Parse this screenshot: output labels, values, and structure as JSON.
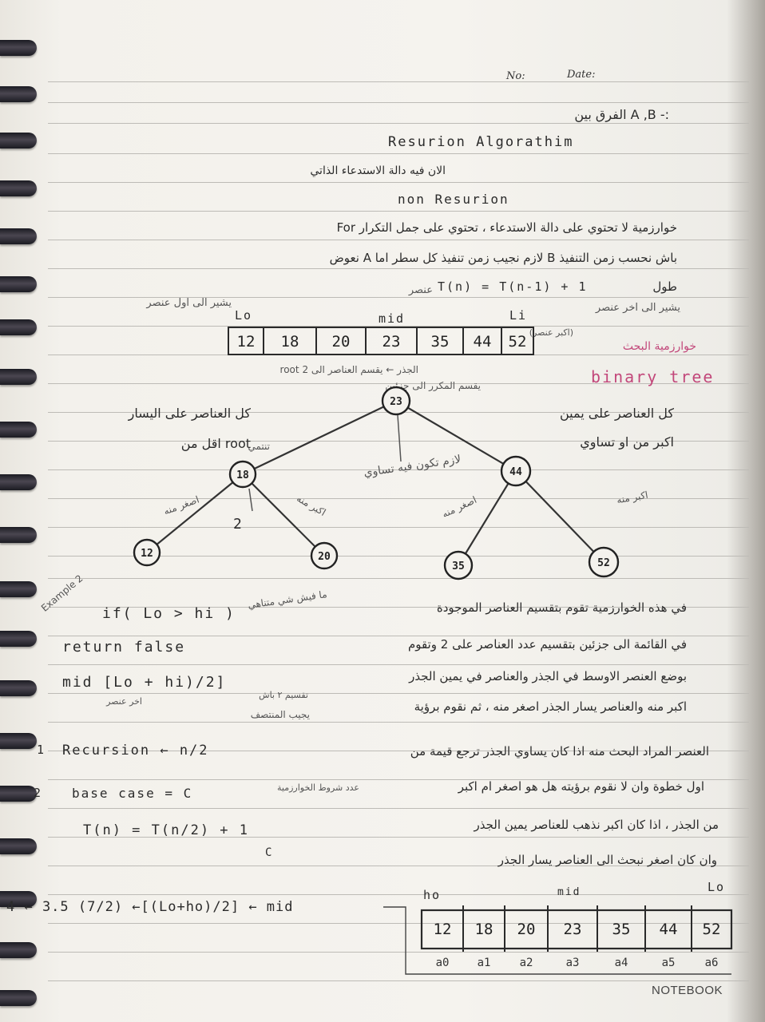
{
  "header": {
    "no_label": "No:",
    "date_label": "Date:"
  },
  "brand": "NOTEBOOK",
  "lines": {
    "differences": ":- A ,B الفرق بين",
    "recursion_title": "Resurion Algorathim",
    "recursion_desc": "الان فيه دالة الاستدعاء الذاتي",
    "non_recursion": "non Resurion",
    "ar_line1": "خوارزمية لا تحتوي على دالة الاستدعاء ، تحتوي على جمل التكرار For",
    "ar_line2": "باش نحسب زمن التنفيذ B لازم نجيب زمن تنفيذ كل سطر اما A نعوض",
    "ar_line3_prefix": "طول",
    "recurrence1": "T(n) = T(n-1) + 1",
    "ar_line3_suffix": "عنصر"
  },
  "array_top": {
    "left_note": "يشير الى اول عنصر",
    "lo": "Lo",
    "mid": "mid",
    "hi": "Li",
    "right_note": "يشير الى اخر عنصر",
    "right_note2": "(اكبر عنصر)",
    "cells": [
      "12",
      "18",
      "20",
      "23",
      "35",
      "44",
      "52"
    ]
  },
  "search_label": "خوارزمية البحث",
  "binary_tree_label": "binary tree",
  "binary_tree_sub": "يقسم المكرر الى جزئين",
  "root_note": "الجذر ← يقسم العناصر الى 2 root",
  "tree": {
    "root": "23",
    "left": "18",
    "right": "44",
    "ll": "12",
    "lr": "20",
    "rl": "35",
    "rr": "52",
    "left_desc1": "كل العناصر على اليسار",
    "left_desc2": "root اقل من",
    "left_desc2b": "تنتمي",
    "right_desc1": "كل العناصر على يمين",
    "right_desc2": "اكبر من او تساوي",
    "mid_note": "لازم تكون فيه تساوي",
    "smaller1": "اصغر منه",
    "bigger1": "اكبر منه",
    "smaller2": "اصغر منه",
    "bigger2": "اكبر منه",
    "two": "2",
    "example": "Example 2"
  },
  "code": {
    "if_line": "if( Lo > hi )",
    "if_note": "ما فيش شي متناهي",
    "return_line": "return false",
    "mid_line": "mid [Lo + hi)/2]",
    "mid_note1": "اخر عنصر",
    "mid_note2": "تقسيم ٢ باش",
    "mid_note3": "يجيب المنتصف",
    "rec_num": "1",
    "rec_line": "Recursion ← n/2",
    "base_num": "2",
    "base_line": "base case = C",
    "base_note": "عدد شروط الخوارزمية",
    "tn_line": "T(n) = T(n/2) + 1",
    "tn_c": "C"
  },
  "explain": {
    "l1": "في هذه الخوارزمية تقوم بتقسيم العناصر الموجودة",
    "l2": "في القائمة الى جزئين بتقسيم عدد العناصر على 2 وتقوم",
    "l3": "بوضع العنصر الاوسط في الجذر والعناصر في يمين الجذر",
    "l4": "اكبر منه والعناصر يسار الجذر اصغر منه ، ثم نقوم برؤية",
    "l5": "العنصر المراد البحث منه اذا كان يساوي الجذر ترجع قيمة من",
    "l6": "اول خطوة وان لا نقوم برؤيته هل هو اصغر ام اكبر",
    "l7": "من الجذر ، اذا كان اكبر نذهب للعناصر يمين الجذر",
    "l8": "وان كان اصغر نبحث الى العناصر يسار الجذر"
  },
  "bottom": {
    "formula": "4 ← 3.5 (7/2) ←[(Lo+ho)/2] ← mid",
    "ho": "ho",
    "mid": "mid",
    "lo": "Lo",
    "cells": [
      "12",
      "18",
      "20",
      "23",
      "35",
      "44",
      "52"
    ],
    "subs": [
      "a0",
      "a1",
      "a2",
      "a3",
      "a4",
      "a5",
      "a6"
    ]
  }
}
